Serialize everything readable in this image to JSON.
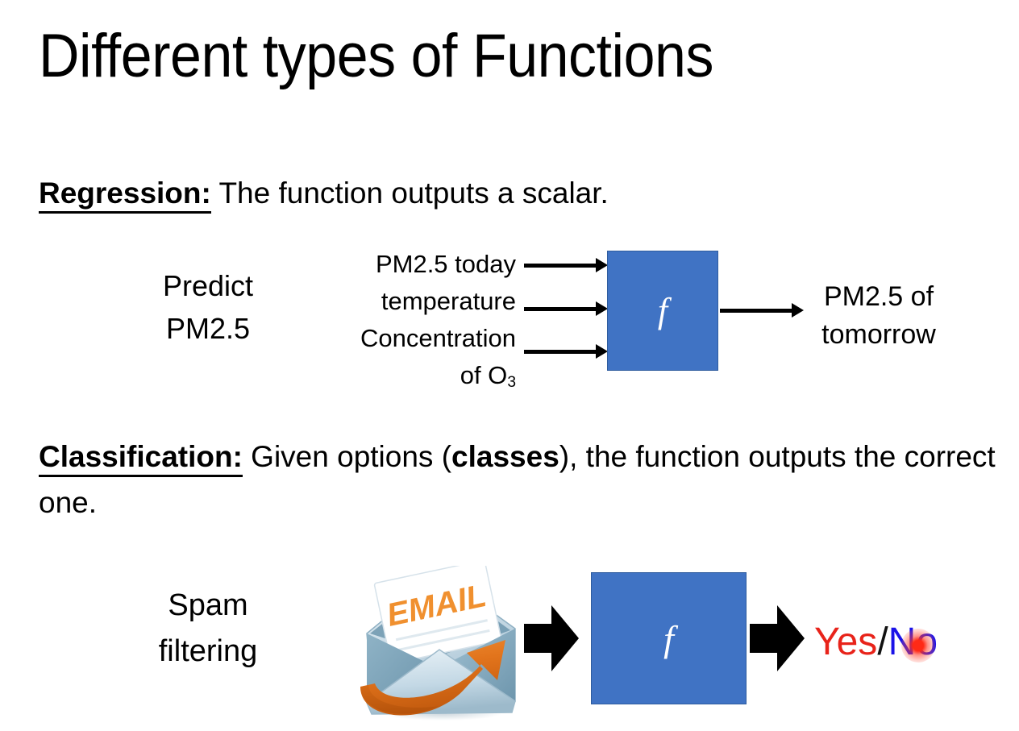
{
  "slide": {
    "title": "Different types of Functions",
    "background_color": "#ffffff"
  },
  "regression": {
    "keyword": "Regression:",
    "body": " The function outputs a scalar.",
    "example_label_line1": "Predict",
    "example_label_line2": "PM2.5",
    "inputs": [
      "PM2.5 today",
      "temperature",
      "Concentration"
    ],
    "input_third_continuation_prefix": "of O",
    "input_third_subscript": "3",
    "function_symbol": "f",
    "output_line1": "PM2.5 of",
    "output_line2": "tomorrow",
    "box_color": "#4073C4"
  },
  "classification": {
    "keyword": "Classification:",
    "body_part1": " Given options (",
    "body_bold": "classes",
    "body_part2": "), the function outputs the correct one.",
    "example_label_line1": "Spam",
    "example_label_line2": "filtering",
    "email_icon_text": "EMAIL",
    "function_symbol": "f",
    "output_yes": "Yes",
    "output_separator": "/",
    "output_no": "No",
    "yes_color": "#E8231A",
    "no_color": "#1A12E8",
    "box_color": "#4073C4",
    "laser_dot_color": "#ff2a16"
  }
}
